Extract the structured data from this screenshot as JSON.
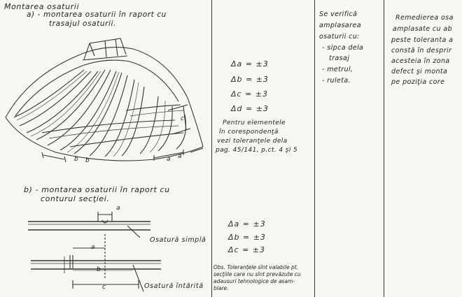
{
  "section_title": "Montarea osaturii",
  "part_a": {
    "line1": "a) - montarea osaturii în raport cu",
    "line2": "trasajul osaturii."
  },
  "part_b": {
    "line1": "b) - montarea osaturii în raport cu",
    "line2": "conturul secţiei."
  },
  "figure_a_labels": {
    "c": "c",
    "b1": "b",
    "b2": "b",
    "a1": "a",
    "a2": "a"
  },
  "figure_b_labels": {
    "a_top": "a",
    "simple": "Osatură simplă",
    "a_mid": "a",
    "b_mid": "b",
    "c_bottom": "c",
    "reinforced": "Osatură întărită"
  },
  "tolerances_a": [
    "Δa = ±3",
    "Δb = ±3",
    "Δc = ±3",
    "Δd = ±3"
  ],
  "note_a": [
    "Pentru elementele",
    "în corespondenţă",
    "vezi toleranţele dela",
    "pag. 45/141, p.ct. 4 şi 5"
  ],
  "tolerances_b": [
    "Δa = ±3",
    "Δb = ±3",
    "Δc = ±3"
  ],
  "obs_note": [
    "Obs. Toleranţele sînt valabile pt.",
    "secţiile care nu sînt prevăzute cu",
    "adausuri tehnologice de asam-",
    "blare."
  ],
  "check_column": [
    "Se verifică",
    "amplasarea",
    "osaturii cu:",
    "- sipca dela",
    "trasaj",
    "- metrul,",
    "- ruleta."
  ],
  "remedy_column": [
    "Remedierea osa",
    "amplasate cu ab",
    "peste toleranta a",
    "constă în desprir",
    "acesteia în zona",
    "defect şi monta",
    "pe poziţia core"
  ]
}
